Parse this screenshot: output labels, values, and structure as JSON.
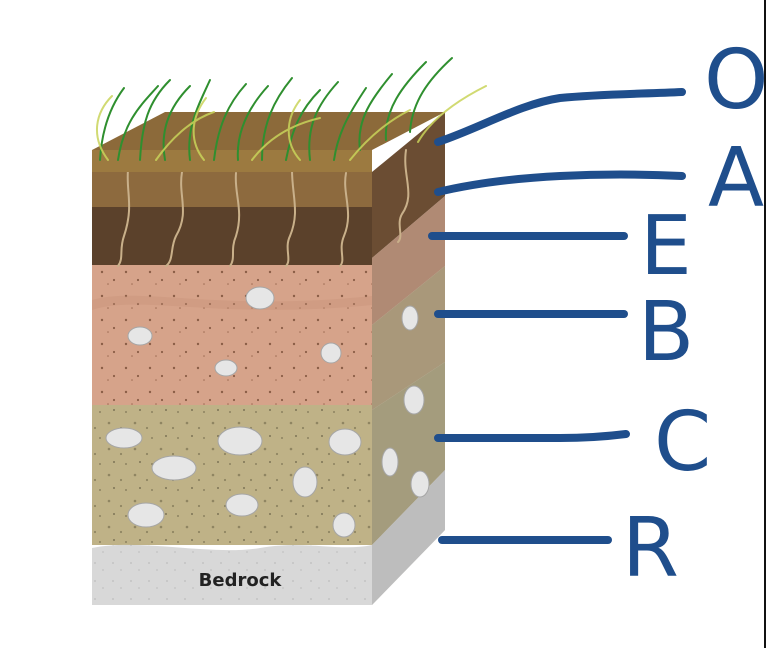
{
  "diagram": {
    "bedrock_label": "Bedrock",
    "horizons": [
      {
        "id": "O",
        "label": "O"
      },
      {
        "id": "A",
        "label": "A"
      },
      {
        "id": "E",
        "label": "E"
      },
      {
        "id": "B",
        "label": "B"
      },
      {
        "id": "C",
        "label": "C"
      },
      {
        "id": "R",
        "label": "R"
      }
    ]
  },
  "colors": {
    "ink": "#1f4e8c",
    "o_horizon": "#7a5a2a",
    "a_horizon": "#5b412b",
    "e_horizon": "#c99a7a",
    "b_horizon": "#c7b58a",
    "c_horizon": "#b4ab84",
    "bedrock": "#d9d9d9"
  }
}
